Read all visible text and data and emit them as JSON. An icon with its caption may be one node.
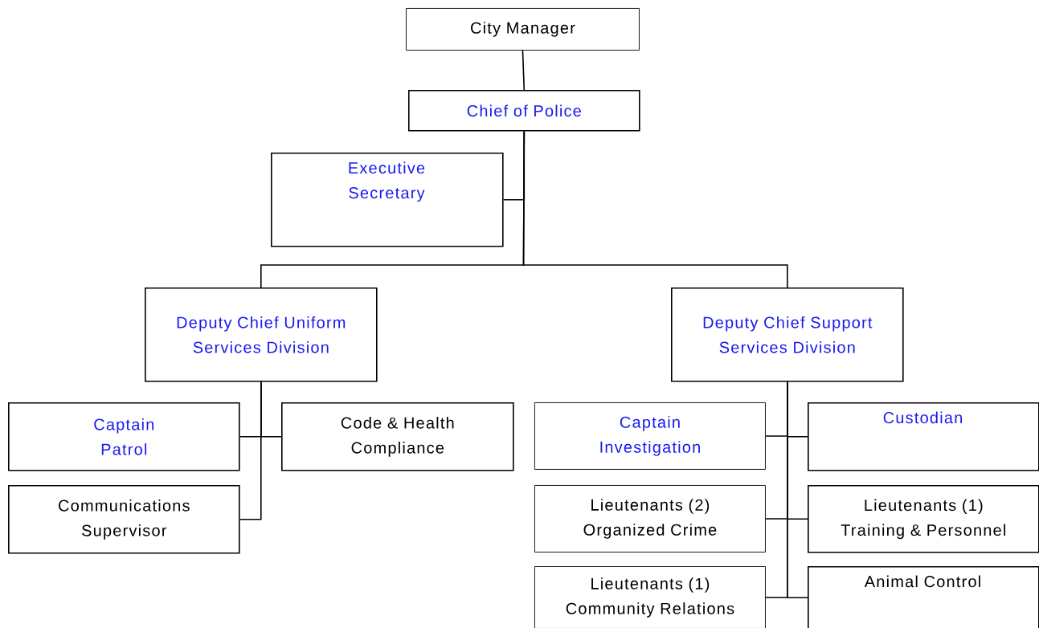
{
  "diagram": {
    "nodes": [
      {
        "text": [
          "City Manager"
        ]
      },
      {
        "text": [
          "Chief of Police"
        ]
      },
      {
        "text": [
          "Executive Secretary"
        ]
      },
      {
        "text": [
          "Deputy Chief Uniform Services Division"
        ]
      },
      {
        "text": [
          "Deputy Chief Support Services Division"
        ]
      },
      {
        "text": [
          "Captain Patrol"
        ]
      },
      {
        "text": [
          "Code & Health Compliance"
        ]
      },
      {
        "text": [
          "Communications Supervisor"
        ]
      },
      {
        "text": [
          "Captain Investigation"
        ]
      },
      {
        "text": [
          "Custodian"
        ]
      },
      {
        "text": [
          "Lieutenants (2) Organized Crime"
        ]
      },
      {
        "text": [
          "Lieutenants (1) Training & Personnel"
        ]
      },
      {
        "text": [
          "Lieutenants (1) Community Relations"
        ]
      },
      {
        "text": [
          "Animal Control"
        ]
      }
    ],
    "edges": [
      {
        "from": 0,
        "to": 1,
        "arrow": "none"
      },
      {
        "from": 1,
        "to": 2,
        "arrow": "none"
      },
      {
        "from": 1,
        "to": 3,
        "arrow": "none"
      },
      {
        "from": 1,
        "to": 4,
        "arrow": "none"
      },
      {
        "from": 3,
        "to": 5,
        "arrow": "none"
      },
      {
        "from": 3,
        "to": 6,
        "arrow": "none"
      },
      {
        "from": 3,
        "to": 7,
        "arrow": "none"
      },
      {
        "from": 4,
        "to": 8,
        "arrow": "none"
      },
      {
        "from": 4,
        "to": 9,
        "arrow": "none"
      },
      {
        "from": 4,
        "to": 10,
        "arrow": "none"
      },
      {
        "from": 4,
        "to": 11,
        "arrow": "none"
      },
      {
        "from": 4,
        "to": 12,
        "arrow": "none"
      },
      {
        "from": 4,
        "to": 13,
        "arrow": "none"
      }
    ]
  }
}
